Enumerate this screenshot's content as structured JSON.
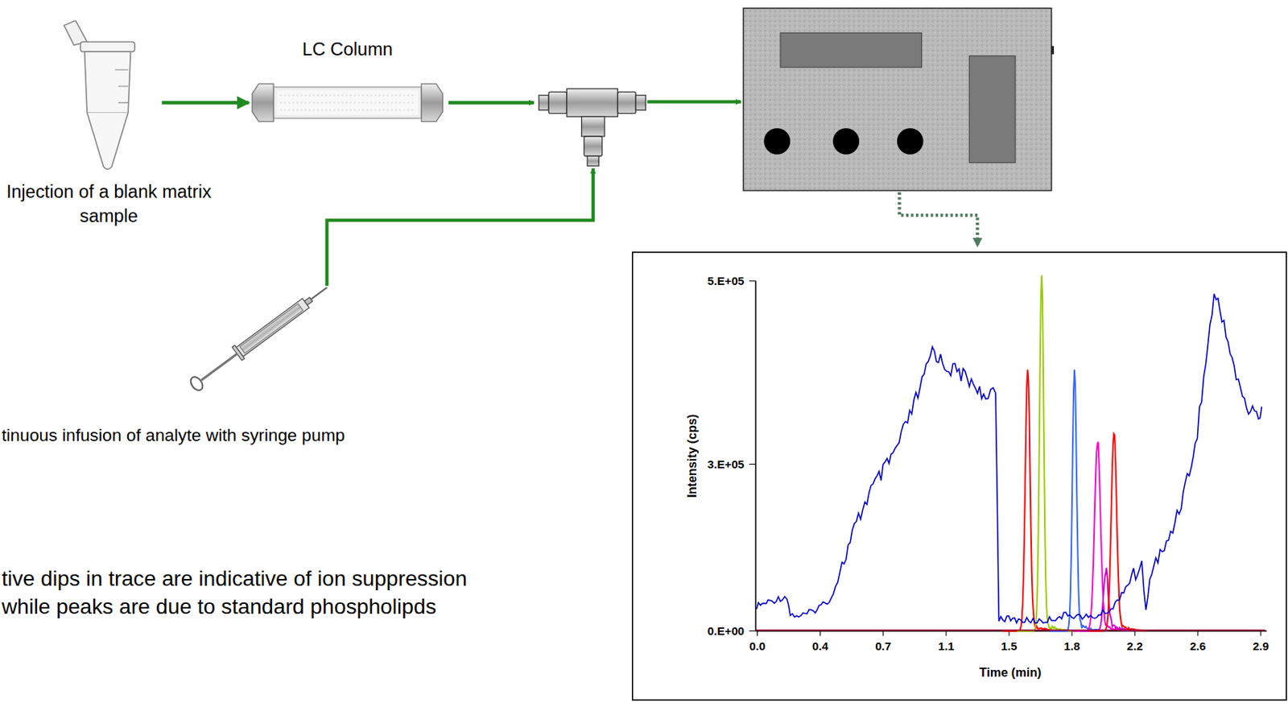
{
  "diagram": {
    "nodes": [
      {
        "text": [
          "Injection of a blank matrix sample"
        ]
      },
      {
        "text": [
          "LC Column"
        ]
      }
    ],
    "edges": [
      {
        "from": 0,
        "to": 1,
        "arrow": "to"
      }
    ],
    "labels": [
      "tinuous infusion of analyte with syringe pump",
      "tive dips in trace are indicative of ion suppression",
      "while peaks are due to standard phospholipds",
      "5.E+05",
      "3.E+05",
      "0.E+00",
      "0.0",
      "0.4",
      "0.7",
      "1.1",
      "1.5",
      "1.8",
      "2.2",
      "2.6",
      "2.9",
      "Time (min)",
      "Intensity (cps)"
    ]
  }
}
